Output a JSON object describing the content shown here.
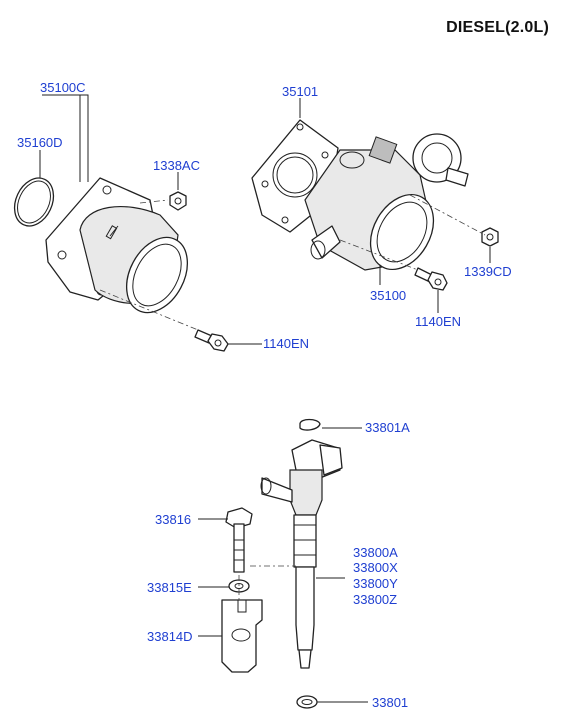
{
  "header": {
    "title": "DIESEL(2.0L)"
  },
  "callouts": {
    "c35100C": "35100C",
    "c35160D": "35160D",
    "c1338AC": "1338AC",
    "c1140EN_left": "1140EN",
    "c35101": "35101",
    "c35100": "35100",
    "c1339CD": "1339CD",
    "c1140EN_right": "1140EN",
    "c33801A": "33801A",
    "c33816": "33816",
    "c33815E": "33815E",
    "c33814D": "33814D",
    "c33800": [
      "33800A",
      "33800X",
      "33800Y",
      "33800Z"
    ],
    "c33801": "33801"
  }
}
